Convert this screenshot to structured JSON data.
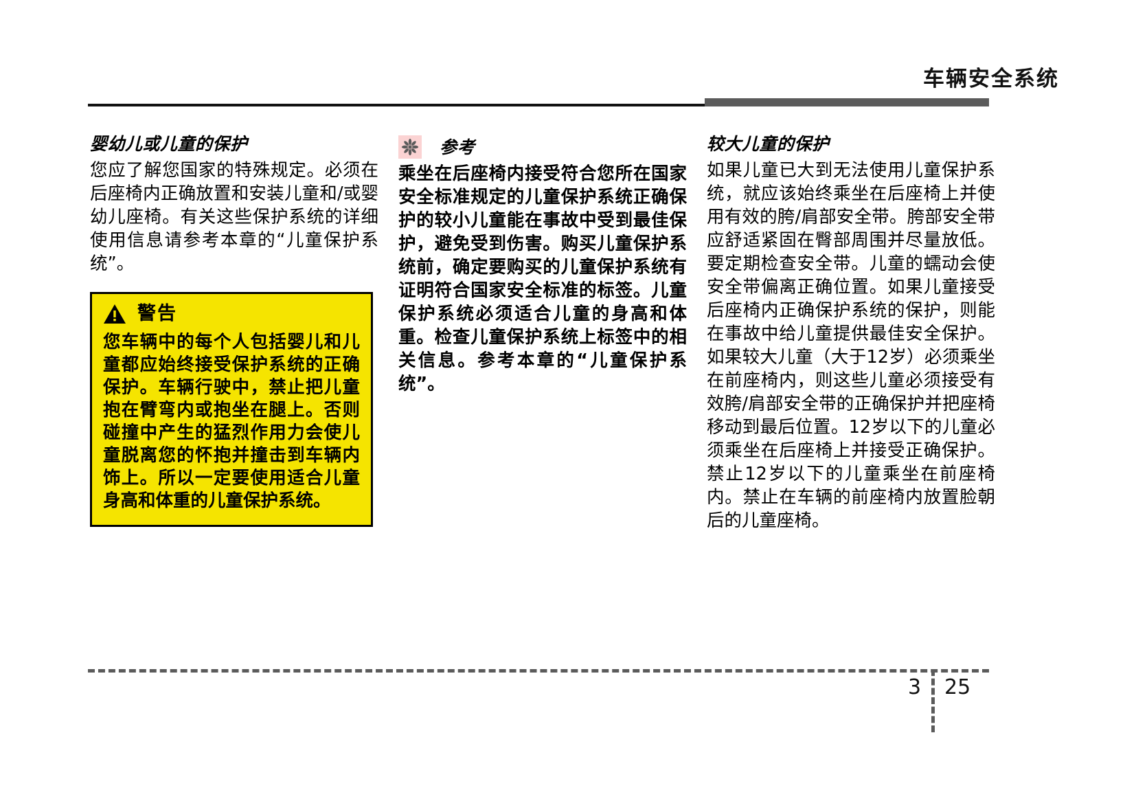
{
  "header": {
    "title": "车辆安全系统"
  },
  "columns": {
    "left": {
      "heading": "婴幼儿或儿童的保护",
      "paragraph": "您应了解您国家的特殊规定。必须在后座椅内正确放置和安装儿童和/或婴幼儿座椅。有关这些保护系统的详细使用信息请参考本章的“儿童保护系统”。",
      "warning": {
        "icon": "warning-triangle-icon",
        "title": "警告",
        "body": "您车辆中的每个人包括婴儿和儿童都应始终接受保护系统的正确保护。车辆行驶中，禁止把儿童抱在臂弯内或抱坐在腿上。否则碰撞中产生的猛烈作用力会使儿童脱离您的怀抱并撞击到车辆内饰上。所以一定要使用适合儿童身高和体重的儿童保护系统。",
        "background_color": "#F5E400",
        "border_color": "#000000"
      }
    },
    "middle": {
      "note": {
        "icon": "asterisk-icon",
        "icon_background_color": "#FBD3D3",
        "title": "参考",
        "body": "乘坐在后座椅内接受符合您所在国家安全标准规定的儿童保护系统正确保护的较小儿童能在事故中受到最佳保护，避免受到伤害。购买儿童保护系统前，确定要购买的儿童保护系统有证明符合国家安全标准的标签。儿童保护系统必须适合儿童的身高和体重。检查儿童保护系统上标签中的相关信息。参考本章的“儿童保护系统”。"
      }
    },
    "right": {
      "heading": "较大儿童的保护",
      "paragraph": "如果儿童已大到无法使用儿童保护系统，就应该始终乘坐在后座椅上并使用有效的胯/肩部安全带。胯部安全带应舒适紧固在臀部周围并尽量放低。要定期检查安全带。儿童的蠕动会使安全带偏离正确位置。如果儿童接受后座椅内正确保护系统的保护，则能在事故中给儿童提供最佳安全保护。如果较大儿童（大于12岁）必须乘坐在前座椅内，则这些儿童必须接受有效胯/肩部安全带的正确保护并把座椅移动到最后位置。12岁以下的儿童必须乘坐在后座椅上并接受正确保护。禁止12岁以下的儿童乘坐在前座椅内。禁止在车辆的前座椅内放置脸朝后的儿童座椅。"
    }
  },
  "footer": {
    "chapter": "3",
    "page": "25",
    "rule_color": "#5B5B5B"
  }
}
